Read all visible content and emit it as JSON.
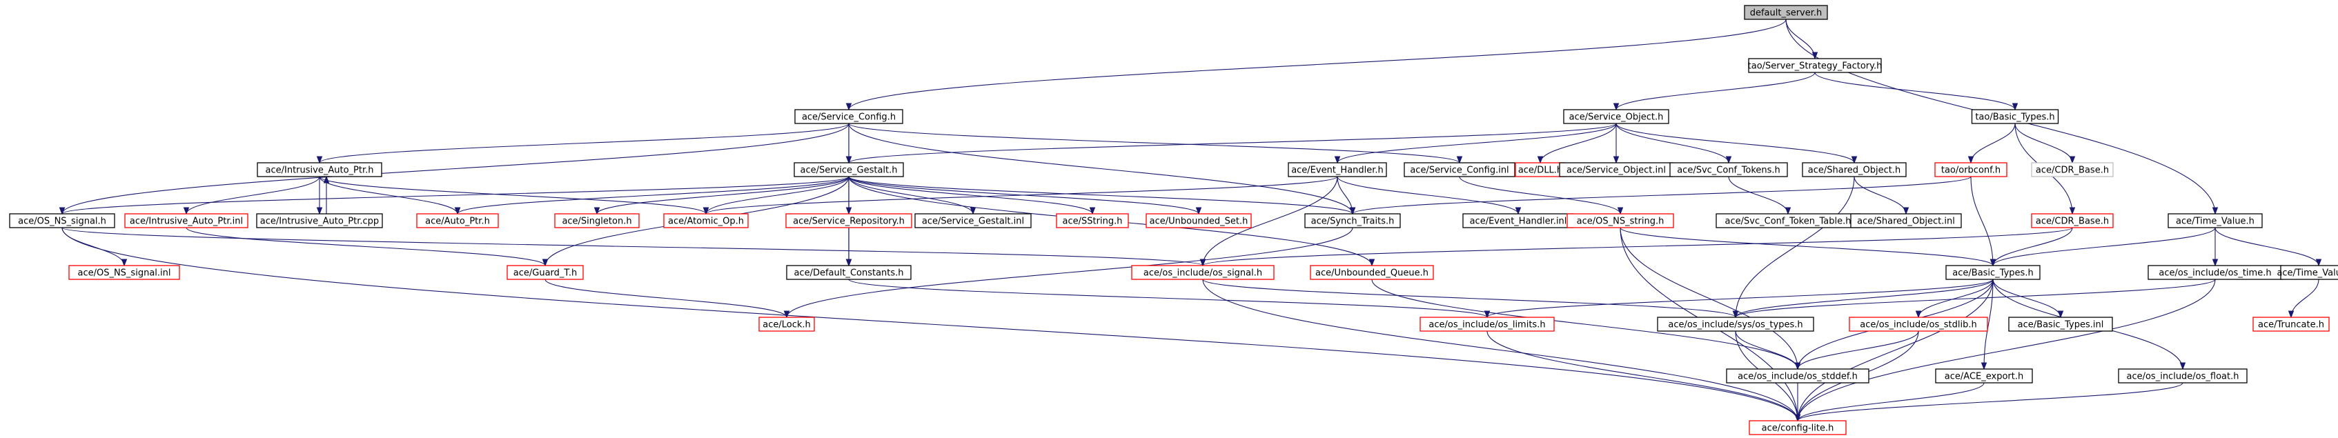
{
  "colors": {
    "background": "#ffffff",
    "edge": "#191970",
    "node_border_normal": "#000000",
    "node_border_truncated": "#ff0000",
    "node_border_undocumented": "#bfbfbf",
    "root_fill": "#bfbfbf",
    "text": "#000000"
  },
  "nodes": [
    {
      "id": "default_server",
      "label": "default_server.h",
      "kind": "root"
    },
    {
      "id": "server_strategy_factory",
      "label": "tao/Server_Strategy_Factory.h",
      "kind": "normal"
    },
    {
      "id": "service_config",
      "label": "ace/Service_Config.h",
      "kind": "normal"
    },
    {
      "id": "service_object",
      "label": "ace/Service_Object.h",
      "kind": "normal"
    },
    {
      "id": "basic_types_tao",
      "label": "tao/Basic_Types.h",
      "kind": "normal"
    },
    {
      "id": "intrusive_auto_ptr_h",
      "label": "ace/Intrusive_Auto_Ptr.h",
      "kind": "normal"
    },
    {
      "id": "service_gestalt",
      "label": "ace/Service_Gestalt.h",
      "kind": "normal"
    },
    {
      "id": "event_handler",
      "label": "ace/Event_Handler.h",
      "kind": "normal"
    },
    {
      "id": "service_config_inl",
      "label": "ace/Service_Config.inl",
      "kind": "normal"
    },
    {
      "id": "dll",
      "label": "ace/DLL.h",
      "kind": "truncated"
    },
    {
      "id": "service_object_inl",
      "label": "ace/Service_Object.inl",
      "kind": "normal"
    },
    {
      "id": "svc_conf_tokens",
      "label": "ace/Svc_Conf_Tokens.h",
      "kind": "normal"
    },
    {
      "id": "shared_object",
      "label": "ace/Shared_Object.h",
      "kind": "normal"
    },
    {
      "id": "orbconf",
      "label": "tao/orbconf.h",
      "kind": "truncated"
    },
    {
      "id": "cdr_base_h",
      "label": "ace/CDR_Base.h",
      "kind": "undocumented"
    },
    {
      "id": "os_ns_signal",
      "label": "ace/OS_NS_signal.h",
      "kind": "normal"
    },
    {
      "id": "intrusive_auto_ptr_inl",
      "label": "ace/Intrusive_Auto_Ptr.inl",
      "kind": "truncated"
    },
    {
      "id": "intrusive_auto_ptr_cpp",
      "label": "ace/Intrusive_Auto_Ptr.cpp",
      "kind": "normal"
    },
    {
      "id": "auto_ptr",
      "label": "ace/Auto_Ptr.h",
      "kind": "truncated"
    },
    {
      "id": "singleton",
      "label": "ace/Singleton.h",
      "kind": "truncated"
    },
    {
      "id": "atomic_op",
      "label": "ace/Atomic_Op.h",
      "kind": "truncated"
    },
    {
      "id": "service_repository",
      "label": "ace/Service_Repository.h",
      "kind": "truncated"
    },
    {
      "id": "service_gestalt_inl",
      "label": "ace/Service_Gestalt.inl",
      "kind": "normal"
    },
    {
      "id": "sstring",
      "label": "ace/SString.h",
      "kind": "truncated"
    },
    {
      "id": "unbounded_set",
      "label": "ace/Unbounded_Set.h",
      "kind": "truncated"
    },
    {
      "id": "synch_traits",
      "label": "ace/Synch_Traits.h",
      "kind": "normal"
    },
    {
      "id": "event_handler_inl",
      "label": "ace/Event_Handler.inl",
      "kind": "normal"
    },
    {
      "id": "os_ns_string",
      "label": "ace/OS_NS_string.h",
      "kind": "truncated"
    },
    {
      "id": "svc_conf_token_table",
      "label": "ace/Svc_Conf_Token_Table.h",
      "kind": "normal"
    },
    {
      "id": "shared_object_inl",
      "label": "ace/Shared_Object.inl",
      "kind": "normal"
    },
    {
      "id": "cdr_base_red",
      "label": "ace/CDR_Base.h",
      "kind": "truncated"
    },
    {
      "id": "time_value",
      "label": "ace/Time_Value.h",
      "kind": "normal"
    },
    {
      "id": "os_ns_signal_inl",
      "label": "ace/OS_NS_signal.inl",
      "kind": "truncated"
    },
    {
      "id": "guard_t",
      "label": "ace/Guard_T.h",
      "kind": "truncated"
    },
    {
      "id": "default_constants",
      "label": "ace/Default_Constants.h",
      "kind": "normal"
    },
    {
      "id": "os_include_os_signal",
      "label": "ace/os_include/os_signal.h",
      "kind": "truncated"
    },
    {
      "id": "unbounded_queue",
      "label": "ace/Unbounded_Queue.h",
      "kind": "truncated"
    },
    {
      "id": "basic_types_ace",
      "label": "ace/Basic_Types.h",
      "kind": "normal"
    },
    {
      "id": "os_include_os_time",
      "label": "ace/os_include/os_time.h",
      "kind": "normal"
    },
    {
      "id": "time_value_inl",
      "label": "ace/Time_Value.inl",
      "kind": "normal"
    },
    {
      "id": "lock",
      "label": "ace/Lock.h",
      "kind": "truncated"
    },
    {
      "id": "os_include_os_limits",
      "label": "ace/os_include/os_limits.h",
      "kind": "truncated"
    },
    {
      "id": "os_include_sys_os_types",
      "label": "ace/os_include/sys/os_types.h",
      "kind": "normal"
    },
    {
      "id": "os_include_os_stdlib",
      "label": "ace/os_include/os_stdlib.h",
      "kind": "truncated"
    },
    {
      "id": "basic_types_inl",
      "label": "ace/Basic_Types.inl",
      "kind": "normal"
    },
    {
      "id": "truncate",
      "label": "ace/Truncate.h",
      "kind": "truncated"
    },
    {
      "id": "os_include_os_stddef",
      "label": "ace/os_include/os_stddef.h",
      "kind": "normal"
    },
    {
      "id": "ace_export",
      "label": "ace/ACE_export.h",
      "kind": "normal"
    },
    {
      "id": "os_include_os_float",
      "label": "ace/os_include/os_float.h",
      "kind": "normal"
    },
    {
      "id": "config_lite",
      "label": "ace/config-lite.h",
      "kind": "truncated"
    }
  ],
  "edges": [
    [
      "default_server",
      "server_strategy_factory"
    ],
    [
      "default_server",
      "service_config"
    ],
    [
      "default_server",
      "time_value"
    ],
    [
      "server_strategy_factory",
      "service_object"
    ],
    [
      "server_strategy_factory",
      "basic_types_tao"
    ],
    [
      "service_config",
      "intrusive_auto_ptr_h"
    ],
    [
      "service_config",
      "service_gestalt"
    ],
    [
      "service_config",
      "synch_traits"
    ],
    [
      "service_config",
      "service_config_inl"
    ],
    [
      "service_config",
      "os_ns_signal"
    ],
    [
      "service_config",
      "default_constants"
    ],
    [
      "service_object",
      "dll"
    ],
    [
      "service_object",
      "service_object_inl"
    ],
    [
      "service_object",
      "svc_conf_tokens"
    ],
    [
      "service_object",
      "shared_object"
    ],
    [
      "service_object",
      "event_handler"
    ],
    [
      "service_object",
      "service_gestalt"
    ],
    [
      "basic_types_tao",
      "orbconf"
    ],
    [
      "basic_types_tao",
      "cdr_base_h"
    ],
    [
      "basic_types_tao",
      "cdr_base_red"
    ],
    [
      "intrusive_auto_ptr_h",
      "intrusive_auto_ptr_inl"
    ],
    [
      "intrusive_auto_ptr_h",
      "intrusive_auto_ptr_cpp"
    ],
    [
      "intrusive_auto_ptr_h",
      "auto_ptr"
    ],
    [
      "intrusive_auto_ptr_h",
      "atomic_op"
    ],
    [
      "intrusive_auto_ptr_cpp",
      "intrusive_auto_ptr_h"
    ],
    [
      "service_gestalt",
      "auto_ptr"
    ],
    [
      "service_gestalt",
      "singleton"
    ],
    [
      "service_gestalt",
      "atomic_op"
    ],
    [
      "service_gestalt",
      "service_repository"
    ],
    [
      "service_gestalt",
      "service_gestalt_inl"
    ],
    [
      "service_gestalt",
      "sstring"
    ],
    [
      "service_gestalt",
      "unbounded_set"
    ],
    [
      "service_gestalt",
      "synch_traits"
    ],
    [
      "service_gestalt",
      "unbounded_queue"
    ],
    [
      "service_gestalt",
      "guard_t"
    ],
    [
      "service_gestalt",
      "default_constants"
    ],
    [
      "service_gestalt",
      "os_ns_signal"
    ],
    [
      "event_handler",
      "atomic_op"
    ],
    [
      "event_handler",
      "synch_traits"
    ],
    [
      "event_handler",
      "event_handler_inl"
    ],
    [
      "event_handler",
      "os_include_os_signal"
    ],
    [
      "service_config_inl",
      "os_ns_string"
    ],
    [
      "svc_conf_tokens",
      "svc_conf_token_table"
    ],
    [
      "shared_object",
      "shared_object_inl"
    ],
    [
      "shared_object",
      "os_include_sys_os_types"
    ],
    [
      "orbconf",
      "synch_traits"
    ],
    [
      "orbconf",
      "basic_types_ace"
    ],
    [
      "cdr_base_red",
      "basic_types_ace"
    ],
    [
      "cdr_base_red",
      "os_include_os_signal"
    ],
    [
      "time_value",
      "basic_types_ace"
    ],
    [
      "time_value",
      "os_include_os_time"
    ],
    [
      "time_value",
      "time_value_inl"
    ],
    [
      "time_value_inl",
      "truncate"
    ],
    [
      "os_ns_signal",
      "os_ns_signal_inl"
    ],
    [
      "os_ns_signal",
      "os_include_os_signal"
    ],
    [
      "os_ns_signal",
      "config_lite"
    ],
    [
      "intrusive_auto_ptr_inl",
      "guard_t"
    ],
    [
      "service_repository",
      "default_constants"
    ],
    [
      "synch_traits",
      "lock"
    ],
    [
      "os_ns_string",
      "basic_types_ace"
    ],
    [
      "os_ns_string",
      "os_include_os_stddef"
    ],
    [
      "os_ns_string",
      "config_lite"
    ],
    [
      "guard_t",
      "lock"
    ],
    [
      "default_constants",
      "os_include_os_limits"
    ],
    [
      "os_include_os_signal",
      "os_include_sys_os_types"
    ],
    [
      "os_include_os_signal",
      "config_lite"
    ],
    [
      "unbounded_queue",
      "os_include_os_stddef"
    ],
    [
      "basic_types_ace",
      "os_include_os_limits"
    ],
    [
      "basic_types_ace",
      "os_include_sys_os_types"
    ],
    [
      "basic_types_ace",
      "os_include_os_stdlib"
    ],
    [
      "basic_types_ace",
      "basic_types_inl"
    ],
    [
      "basic_types_ace",
      "os_include_os_stddef"
    ],
    [
      "basic_types_ace",
      "ace_export"
    ],
    [
      "basic_types_ace",
      "os_include_os_float"
    ],
    [
      "basic_types_ace",
      "config_lite"
    ],
    [
      "os_include_os_time",
      "os_include_sys_os_types"
    ],
    [
      "os_include_os_time",
      "config_lite"
    ],
    [
      "os_include_os_limits",
      "config_lite"
    ],
    [
      "os_include_sys_os_types",
      "os_include_os_stddef"
    ],
    [
      "os_include_sys_os_types",
      "config_lite"
    ],
    [
      "os_include_os_stdlib",
      "os_include_os_stddef"
    ],
    [
      "os_include_os_stdlib",
      "config_lite"
    ],
    [
      "os_include_os_stddef",
      "config_lite"
    ],
    [
      "ace_export",
      "config_lite"
    ],
    [
      "os_include_os_float",
      "config_lite"
    ]
  ]
}
